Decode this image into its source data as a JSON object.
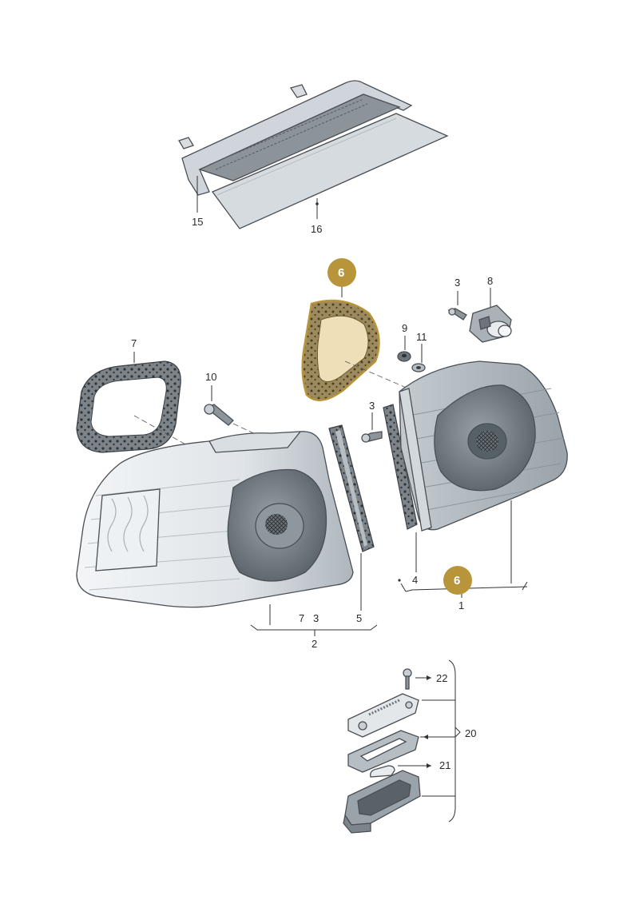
{
  "callouts": {
    "c15": "15",
    "c16": "16",
    "c6_top": "6",
    "c6_bottom": "6",
    "c3_bulb": "3",
    "c8": "8",
    "c9": "9",
    "c11": "11",
    "c7_seal": "7",
    "c10": "10",
    "c3_mid": "3",
    "c4": "4",
    "c1": "1",
    "c5": "5",
    "c7_group": "7",
    "c3_group": "3",
    "c2": "2",
    "c22": "22",
    "c20": "20",
    "c21": "21"
  },
  "colors": {
    "highlight": "#b8953a",
    "highlight_fill": "#efdfb8",
    "lamp_light": "#e8ecef",
    "lamp_dark": "#7d858c",
    "seal": "#6d747a"
  }
}
